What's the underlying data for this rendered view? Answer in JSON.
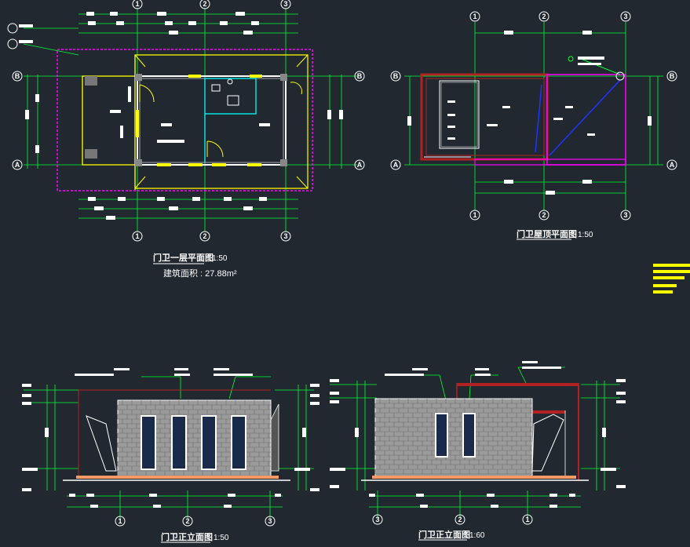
{
  "axes": {
    "numbers": [
      "1",
      "2",
      "3"
    ],
    "letters": [
      "A",
      "B"
    ]
  },
  "drawings": {
    "floor_plan": {
      "title": "门卫一层平面图",
      "scale": "1:50",
      "area": "建筑面积 : 27.88m²"
    },
    "roof_plan": {
      "title": "门卫屋顶平面图",
      "scale": "1:50"
    },
    "front_elevation": {
      "title": "门卫正立面图",
      "scale": "1:50"
    },
    "back_elevation": {
      "title": "门卫正立面图",
      "scale": "1:60"
    }
  },
  "colors": {
    "background": "#212830",
    "dimension": "#00ff33",
    "wall": "#ffff00",
    "slab": "#ff00ff",
    "partition": "#00ffff",
    "roof_edge": "#b22222",
    "white": "#ffffff"
  }
}
